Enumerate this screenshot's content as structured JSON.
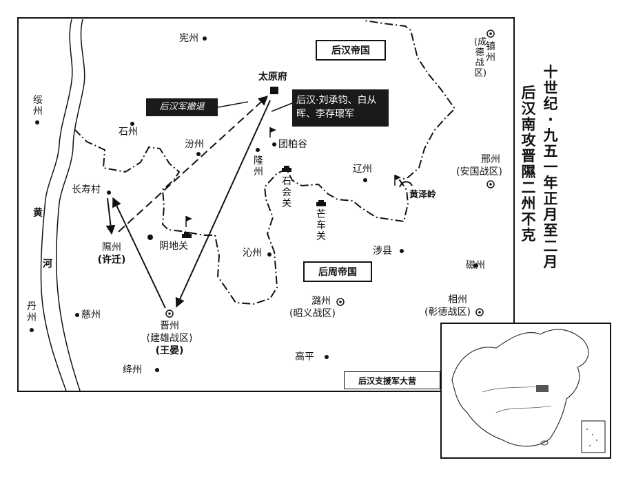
{
  "title": {
    "line1": "十世纪·九五一年正月至二月",
    "line2": "后汉南攻晋隰二州不克"
  },
  "regions": {
    "later_han": "后汉帝国",
    "later_zhou": "后周帝国"
  },
  "callouts": {
    "retreat": "后汉军撤退",
    "commanders": "后汉·刘承钧、白从晖、李存瓌军"
  },
  "legend": {
    "label": "后汉支援军大营"
  },
  "river": {
    "name": "黄河"
  },
  "places": {
    "xianzhou": "宪州",
    "suizhou": "绥州",
    "shizhou": "石州",
    "fenzhou": "汾州",
    "taiyuan": "太原府",
    "tuanbaigu": "团柏谷",
    "longzhou": "隆州",
    "shihuiguan": "石会关",
    "liaozhou": "辽州",
    "mangcheguan": "芒车关",
    "huangzeling": "黄泽岭",
    "changshoucun": "长寿村",
    "xizhou": "隰州",
    "xizhou_note": "(许迁)",
    "yindiguan": "阴地关",
    "qinzhou": "沁州",
    "shexian": "涉县",
    "cizhou": "磁州",
    "danzhou": "丹州",
    "cizhou2": "慈州",
    "jinzhou": "晋州",
    "jinzhou_zone": "(建雄战区)",
    "jinzhou_note": "(王晏)",
    "luzhou": "潞州",
    "luzhou_zone": "(昭义战区)",
    "xiangzhou": "相州",
    "xiangzhou_zone": "(彰德战区)",
    "gaoping": "高平",
    "jiangzhou": "绛州",
    "zhenzhou": "镇州",
    "zhenzhou_zone": "(成德战区)",
    "xingzhou": "邢州",
    "xingzhou_zone": "(安国战区)"
  }
}
